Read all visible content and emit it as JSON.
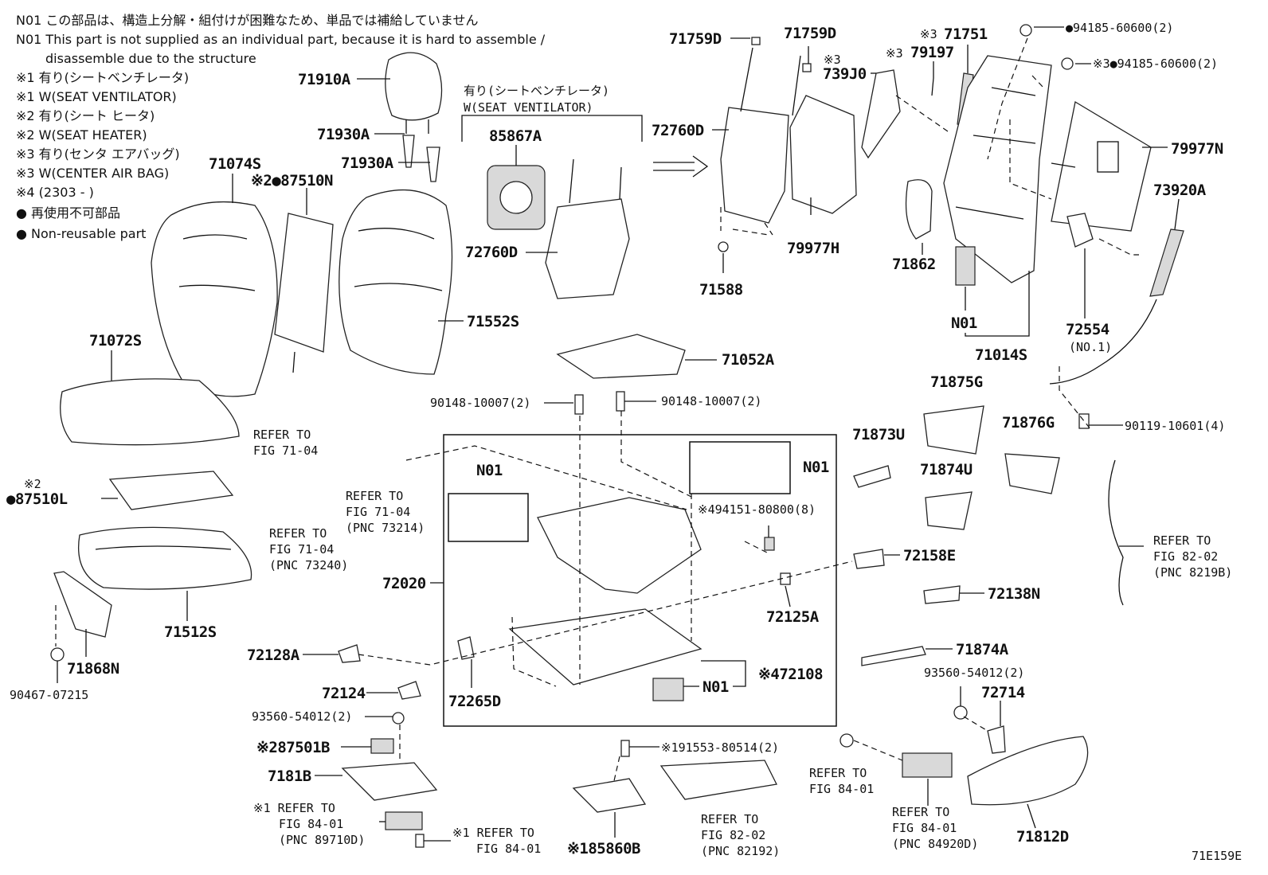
{
  "notes": [
    "N01 この部品は、構造上分解・組付けが困難なため、単品では補給していません",
    "N01 This part is not supplied as an individual part, because it is hard to assemble /",
    "disassemble due to the structure",
    "※1 有り(シートベンチレータ)",
    "※1 W(SEAT VENTILATOR)",
    "※2 有り(シート ヒータ)",
    "※2 W(SEAT HEATER)",
    "※3 有り(センタ エアバッグ)",
    "※3 W(CENTER AIR BAG)",
    "※4 (2303 -        )",
    "● 再使用不可部品",
    "● Non-reusable part"
  ],
  "ventilator_heading": [
    "有り(シートベンチレータ)",
    "W(SEAT VENTILATOR)"
  ],
  "labels": {
    "p71910A": "71910A",
    "p71930A_1": "71930A",
    "p71930A_2": "71930A",
    "p71074S": "71074S",
    "p87510N": "※2●87510N",
    "p71072S": "71072S",
    "p71552S": "71552S",
    "p85867A": "85867A",
    "p72760D_1": "72760D",
    "p71759D_1": "71759D",
    "p71759D_2": "71759D",
    "p72760D_2": "72760D",
    "p739J0_ref": "※3",
    "p739J0": "739J0",
    "p79977H": "79977H",
    "p71588": "71588",
    "p79197_ref": "※3",
    "p79197": "79197",
    "p71751_ref": "※3",
    "p71751": "71751",
    "p94185_1": "●94185-60600(2)",
    "p94185_2": "※3●94185-60600(2)",
    "p79977N": "79977N",
    "p73920A": "73920A",
    "p71862": "71862",
    "pN01_a": "N01",
    "p71014S": "71014S",
    "p72554": "72554",
    "p72554_sub": "(NO.1)",
    "p71052A": "71052A",
    "p90148_1": "90148-10007(2)",
    "p90148_2": "90148-10007(2)",
    "p90119": "90119-10601(4)",
    "p87510L_ref": "※2",
    "p87510L": "●87510L",
    "p71512S": "71512S",
    "p71868N": "71868N",
    "p90467": "90467-07215",
    "pN01_b": "N01",
    "pN01_c": "N01",
    "p94151": "※494151-80800(8)",
    "p72020": "72020",
    "p72125A": "72125A",
    "p72128A": "72128A",
    "p72124": "72124",
    "p72265D": "72265D",
    "pN01_d": "N01",
    "p72108": "※472108",
    "p71875G": "71875G",
    "p71873U": "71873U",
    "p71876G": "71876G",
    "p71874U": "71874U",
    "p72158E": "72158E",
    "p72138N": "72138N",
    "p71874A": "71874A",
    "p93560_1": "93560-54012(2)",
    "p72714": "72714",
    "p93560_2": "93560-54012(2)",
    "p87501B": "※287501B",
    "p7181B": "7181B",
    "p191553": "※191553-80514(2)",
    "p85860B": "※185860B",
    "p71812D": "71812D",
    "code": "71E159E"
  },
  "references": {
    "r1": [
      "REFER TO",
      "FIG 71-04"
    ],
    "r2": [
      "REFER TO",
      "FIG 71-04",
      "(PNC 73214)"
    ],
    "r3": [
      "REFER TO",
      "FIG 71-04",
      "(PNC 73240)"
    ],
    "r4": [
      "REFER TO",
      "FIG 82-02",
      "(PNC 8219B)"
    ],
    "r5": [
      "※1 REFER TO",
      "FIG 84-01",
      "(PNC 89710D)"
    ],
    "r6": [
      "※1 REFER TO",
      "FIG 84-01"
    ],
    "r7": [
      "REFER TO",
      "FIG 82-02",
      "(PNC 82192)"
    ],
    "r8": [
      "REFER TO",
      "FIG 84-01"
    ],
    "r9": [
      "REFER TO",
      "FIG 84-01",
      "(PNC 84920D)"
    ]
  }
}
